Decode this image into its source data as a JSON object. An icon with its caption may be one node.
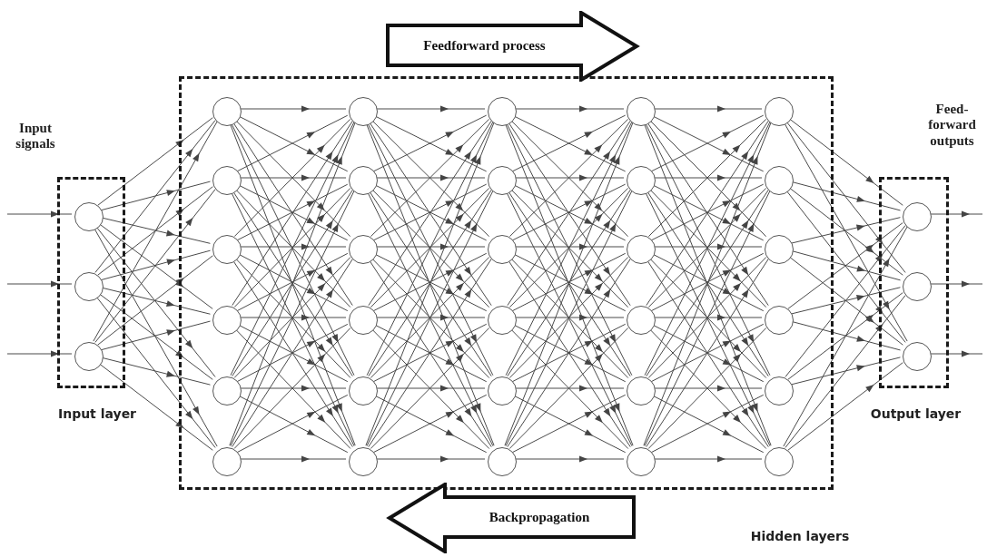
{
  "diagram": {
    "nodes": [
      {
        "text": [
          "Feedforward process"
        ]
      },
      {
        "text": [
          "Input layer"
        ]
      },
      {
        "text": [],
        "shape": "circle",
        "in": 1
      },
      {
        "text": [],
        "shape": "circle",
        "in": 1
      },
      {
        "text": [],
        "shape": "circle",
        "in": 1
      },
      {
        "text": [
          "Hidden layers"
        ]
      },
      {
        "text": [],
        "shape": "circle",
        "in": 5
      },
      {
        "text": [],
        "shape": "circle",
        "in": 5
      },
      {
        "text": [],
        "shape": "circle",
        "in": 5
      },
      {
        "text": [],
        "shape": "circle",
        "in": 5
      },
      {
        "text": [],
        "shape": "circle",
        "in": 5
      },
      {
        "text": [],
        "shape": "circle",
        "in": 5
      },
      {
        "text": [],
        "shape": "circle",
        "in": 5
      },
      {
        "text": [],
        "shape": "circle",
        "in": 5
      },
      {
        "text": [],
        "shape": "circle",
        "in": 5
      },
      {
        "text": [],
        "shape": "circle",
        "in": 5
      },
      {
        "text": [],
        "shape": "circle",
        "in": 5
      },
      {
        "text": [],
        "shape": "circle",
        "in": 5
      },
      {
        "text": [],
        "shape": "circle",
        "in": 5
      },
      {
        "text": [],
        "shape": "circle",
        "in": 5
      },
      {
        "text": [],
        "shape": "circle",
        "in": 5
      },
      {
        "text": [],
        "shape": "circle",
        "in": 5
      },
      {
        "text": [],
        "shape": "circle",
        "in": 5
      },
      {
        "text": [],
        "shape": "circle",
        "in": 5
      },
      {
        "text": [],
        "shape": "circle",
        "in": 5
      },
      {
        "text": [],
        "shape": "circle",
        "in": 5
      },
      {
        "text": [],
        "shape": "circle",
        "in": 5
      },
      {
        "text": [],
        "shape": "circle",
        "in": 5
      },
      {
        "text": [],
        "shape": "circle",
        "in": 5
      },
      {
        "text": [],
        "shape": "circle",
        "in": 5
      },
      {
        "text": [],
        "shape": "circle",
        "in": 5
      },
      {
        "text": [],
        "shape": "circle",
        "in": 5
      },
      {
        "text": [],
        "shape": "circle",
        "in": 5
      },
      {
        "text": [],
        "shape": "circle",
        "in": 5
      },
      {
        "text": [],
        "shape": "circle",
        "in": 5
      },
      {
        "text": [],
        "shape": "circle",
        "in": 5
      },
      {
        "text": [
          "Output layer"
        ]
      },
      {
        "text": [],
        "shape": "circle",
        "in": 36
      },
      {
        "text": [],
        "shape": "circle",
        "in": 36
      },
      {
        "text": [],
        "shape": "circle",
        "in": 36
      },
      {
        "text": [
          "Backpropagation"
        ]
      }
    ],
    "edges": [
      {
        "from": null,
        "to": 2,
        "arrow": "to"
      },
      {
        "from": null,
        "to": 3,
        "arrow": "to"
      },
      {
        "from": null,
        "to": 4,
        "arrow": "to"
      },
      {
        "from": 2,
        "to": 6,
        "arrow": "to"
      },
      {
        "from": 2,
        "to": 7,
        "arrow": "to"
      },
      {
        "from": 2,
        "to": 8,
        "arrow": "to"
      },
      {
        "from": 2,
        "to": 9,
        "arrow": "to"
      },
      {
        "from": 2,
        "to": 10,
        "arrow": "to"
      },
      {
        "from": 2,
        "to": 11,
        "arrow": "to"
      },
      {
        "from": 3,
        "to": 6,
        "arrow": "to"
      },
      {
        "from": 3,
        "to": 7,
        "arrow": "to"
      },
      {
        "from": 3,
        "to": 8,
        "arrow": "to"
      },
      {
        "from": 3,
        "to": 9,
        "arrow": "to"
      },
      {
        "from": 3,
        "to": 10,
        "arrow": "to"
      },
      {
        "from": 3,
        "to": 11,
        "arrow": "to"
      },
      {
        "from": 4,
        "to": 6,
        "arrow": "to"
      },
      {
        "from": 4,
        "to": 7,
        "arrow": "to"
      },
      {
        "from": 4,
        "to": 8,
        "arrow": "to"
      },
      {
        "from": 4,
        "to": 9,
        "arrow": "to"
      },
      {
        "from": 4,
        "to": 10,
        "arrow": "to"
      },
      {
        "from": 4,
        "to": 11,
        "arrow": "to"
      },
      {
        "from": 6,
        "to": 12,
        "arrow": "to"
      },
      {
        "from": 6,
        "to": 13,
        "arrow": "to"
      },
      {
        "from": 6,
        "to": 14,
        "arrow": "to"
      },
      {
        "from": 6,
        "to": 15,
        "arrow": "to"
      },
      {
        "from": 6,
        "to": 16,
        "arrow": "to"
      },
      {
        "from": 6,
        "to": 17,
        "arrow": "to"
      },
      {
        "from": 7,
        "to": 12,
        "arrow": "to"
      },
      {
        "from": 7,
        "to": 13,
        "arrow": "to"
      },
      {
        "from": 7,
        "to": 14,
        "arrow": "to"
      },
      {
        "from": 7,
        "to": 15,
        "arrow": "to"
      },
      {
        "from": 7,
        "to": 16,
        "arrow": "to"
      },
      {
        "from": 7,
        "to": 17,
        "arrow": "to"
      },
      {
        "from": 8,
        "to": 12,
        "arrow": "to"
      },
      {
        "from": 8,
        "to": 13,
        "arrow": "to"
      },
      {
        "from": 8,
        "to": 14,
        "arrow": "to"
      },
      {
        "from": 8,
        "to": 15,
        "arrow": "to"
      },
      {
        "from": 8,
        "to": 16,
        "arrow": "to"
      },
      {
        "from": 8,
        "to": 17,
        "arrow": "to"
      },
      {
        "from": 9,
        "to": 12,
        "arrow": "to"
      },
      {
        "from": 9,
        "to": 13,
        "arrow": "to"
      },
      {
        "from": 9,
        "to": 14,
        "arrow": "to"
      },
      {
        "from": 9,
        "to": 15,
        "arrow": "to"
      },
      {
        "from": 9,
        "to": 16,
        "arrow": "to"
      },
      {
        "from": 9,
        "to": 17,
        "arrow": "to"
      },
      {
        "from": 10,
        "to": 12,
        "arrow": "to"
      },
      {
        "from": 10,
        "to": 13,
        "arrow": "to"
      },
      {
        "from": 10,
        "to": 14,
        "arrow": "to"
      },
      {
        "from": 10,
        "to": 15,
        "arrow": "to"
      },
      {
        "from": 10,
        "to": 16,
        "arrow": "to"
      },
      {
        "from": 10,
        "to": 17,
        "arrow": "to"
      },
      {
        "from": 11,
        "to": 12,
        "arrow": "to"
      },
      {
        "from": 11,
        "to": 13,
        "arrow": "to"
      },
      {
        "from": 11,
        "to": 14,
        "arrow": "to"
      },
      {
        "from": 11,
        "to": 15,
        "arrow": "to"
      },
      {
        "from": 11,
        "to": 16,
        "arrow": "to"
      },
      {
        "from": 11,
        "to": 17,
        "arrow": "to"
      },
      {
        "from": 12,
        "to": 18,
        "arrow": "to"
      },
      {
        "from": 12,
        "to": 19,
        "arrow": "to"
      },
      {
        "from": 12,
        "to": 20,
        "arrow": "to"
      },
      {
        "from": 12,
        "to": 21,
        "arrow": "to"
      },
      {
        "from": 12,
        "to": 22,
        "arrow": "to"
      },
      {
        "from": 12,
        "to": 23,
        "arrow": "to"
      },
      {
        "from": 13,
        "to": 18,
        "arrow": "to"
      },
      {
        "from": 13,
        "to": 19,
        "arrow": "to"
      },
      {
        "from": 13,
        "to": 20,
        "arrow": "to"
      },
      {
        "from": 13,
        "to": 21,
        "arrow": "to"
      },
      {
        "from": 13,
        "to": 22,
        "arrow": "to"
      },
      {
        "from": 13,
        "to": 23,
        "arrow": "to"
      },
      {
        "from": 14,
        "to": 18,
        "arrow": "to"
      },
      {
        "from": 14,
        "to": 19,
        "arrow": "to"
      },
      {
        "from": 14,
        "to": 20,
        "arrow": "to"
      },
      {
        "from": 14,
        "to": 21,
        "arrow": "to"
      },
      {
        "from": 14,
        "to": 22,
        "arrow": "to"
      },
      {
        "from": 14,
        "to": 23,
        "arrow": "to"
      },
      {
        "from": 15,
        "to": 18,
        "arrow": "to"
      },
      {
        "from": 15,
        "to": 19,
        "arrow": "to"
      },
      {
        "from": 15,
        "to": 20,
        "arrow": "to"
      },
      {
        "from": 15,
        "to": 21,
        "arrow": "to"
      },
      {
        "from": 15,
        "to": 22,
        "arrow": "to"
      },
      {
        "from": 15,
        "to": 23,
        "arrow": "to"
      },
      {
        "from": 16,
        "to": 18,
        "arrow": "to"
      },
      {
        "from": 16,
        "to": 19,
        "arrow": "to"
      },
      {
        "from": 16,
        "to": 20,
        "arrow": "to"
      },
      {
        "from": 16,
        "to": 21,
        "arrow": "to"
      },
      {
        "from": 16,
        "to": 22,
        "arrow": "to"
      },
      {
        "from": 16,
        "to": 23,
        "arrow": "to"
      },
      {
        "from": 17,
        "to": 18,
        "arrow": "to"
      },
      {
        "from": 17,
        "to": 19,
        "arrow": "to"
      },
      {
        "from": 17,
        "to": 20,
        "arrow": "to"
      },
      {
        "from": 17,
        "to": 21,
        "arrow": "to"
      },
      {
        "from": 17,
        "to": 22,
        "arrow": "to"
      },
      {
        "from": 17,
        "to": 23,
        "arrow": "to"
      },
      {
        "from": 18,
        "to": 24,
        "arrow": "to"
      },
      {
        "from": 18,
        "to": 25,
        "arrow": "to"
      },
      {
        "from": 18,
        "to": 26,
        "arrow": "to"
      },
      {
        "from": 18,
        "to": 27,
        "arrow": "to"
      },
      {
        "from": 18,
        "to": 28,
        "arrow": "to"
      },
      {
        "from": 18,
        "to": 29,
        "arrow": "to"
      },
      {
        "from": 19,
        "to": 24,
        "arrow": "to"
      },
      {
        "from": 19,
        "to": 25,
        "arrow": "to"
      },
      {
        "from": 19,
        "to": 26,
        "arrow": "to"
      },
      {
        "from": 19,
        "to": 27,
        "arrow": "to"
      },
      {
        "from": 19,
        "to": 28,
        "arrow": "to"
      },
      {
        "from": 19,
        "to": 29,
        "arrow": "to"
      },
      {
        "from": 20,
        "to": 24,
        "arrow": "to"
      },
      {
        "from": 20,
        "to": 25,
        "arrow": "to"
      },
      {
        "from": 20,
        "to": 26,
        "arrow": "to"
      },
      {
        "from": 20,
        "to": 27,
        "arrow": "to"
      },
      {
        "from": 20,
        "to": 28,
        "arrow": "to"
      },
      {
        "from": 20,
        "to": 29,
        "arrow": "to"
      },
      {
        "from": 21,
        "to": 24,
        "arrow": "to"
      },
      {
        "from": 21,
        "to": 25,
        "arrow": "to"
      },
      {
        "from": 21,
        "to": 26,
        "arrow": "to"
      },
      {
        "from": 21,
        "to": 27,
        "arrow": "to"
      },
      {
        "from": 21,
        "to": 28,
        "arrow": "to"
      },
      {
        "from": 21,
        "to": 29,
        "arrow": "to"
      },
      {
        "from": 22,
        "to": 24,
        "arrow": "to"
      },
      {
        "from": 22,
        "to": 25,
        "arrow": "to"
      },
      {
        "from": 22,
        "to": 26,
        "arrow": "to"
      },
      {
        "from": 22,
        "to": 27,
        "arrow": "to"
      },
      {
        "from": 22,
        "to": 28,
        "arrow": "to"
      },
      {
        "from": 22,
        "to": 29,
        "arrow": "to"
      },
      {
        "from": 23,
        "to": 24,
        "arrow": "to"
      },
      {
        "from": 23,
        "to": 25,
        "arrow": "to"
      },
      {
        "from": 23,
        "to": 26,
        "arrow": "to"
      },
      {
        "from": 23,
        "to": 27,
        "arrow": "to"
      },
      {
        "from": 23,
        "to": 28,
        "arrow": "to"
      },
      {
        "from": 23,
        "to": 29,
        "arrow": "to"
      },
      {
        "from": 24,
        "to": 30,
        "arrow": "to"
      },
      {
        "from": 24,
        "to": 31,
        "arrow": "to"
      },
      {
        "from": 24,
        "to": 32,
        "arrow": "to"
      },
      {
        "from": 24,
        "to": 33,
        "arrow": "to"
      },
      {
        "from": 24,
        "to": 34,
        "arrow": "to"
      },
      {
        "from": 24,
        "to": 35,
        "arrow": "to"
      },
      {
        "from": 25,
        "to": 30,
        "arrow": "to"
      },
      {
        "from": 25,
        "to": 31,
        "arrow": "to"
      },
      {
        "from": 25,
        "to": 32,
        "arrow": "to"
      },
      {
        "from": 25,
        "to": 33,
        "arrow": "to"
      },
      {
        "from": 25,
        "to": 34,
        "arrow": "to"
      },
      {
        "from": 25,
        "to": 35,
        "arrow": "to"
      },
      {
        "from": 26,
        "to": 30,
        "arrow": "to"
      },
      {
        "from": 26,
        "to": 31,
        "arrow": "to"
      },
      {
        "from": 26,
        "to": 32,
        "arrow": "to"
      },
      {
        "from": 26,
        "to": 33,
        "arrow": "to"
      },
      {
        "from": 26,
        "to": 34,
        "arrow": "to"
      },
      {
        "from": 26,
        "to": 35,
        "arrow": "to"
      },
      {
        "from": 27,
        "to": 30,
        "arrow": "to"
      },
      {
        "from": 27,
        "to": 31,
        "arrow": "to"
      },
      {
        "from": 27,
        "to": 32,
        "arrow": "to"
      },
      {
        "from": 27,
        "to": 33,
        "arrow": "to"
      },
      {
        "from": 27,
        "to": 34,
        "arrow": "to"
      },
      {
        "from": 27,
        "to": 35,
        "arrow": "to"
      },
      {
        "from": 28,
        "to": 30,
        "arrow": "to"
      },
      {
        "from": 28,
        "to": 31,
        "arrow": "to"
      },
      {
        "from": 28,
        "to": 32,
        "arrow": "to"
      },
      {
        "from": 28,
        "to": 33,
        "arrow": "to"
      },
      {
        "from": 28,
        "to": 34,
        "arrow": "to"
      },
      {
        "from": 28,
        "to": 35,
        "arrow": "to"
      },
      {
        "from": 29,
        "to": 30,
        "arrow": "to"
      },
      {
        "from": 29,
        "to": 31,
        "arrow": "to"
      },
      {
        "from": 29,
        "to": 32,
        "arrow": "to"
      },
      {
        "from": 29,
        "to": 33,
        "arrow": "to"
      },
      {
        "from": 29,
        "to": 34,
        "arrow": "to"
      },
      {
        "from": 29,
        "to": 35,
        "arrow": "to"
      },
      {
        "from": 30,
        "to": 37,
        "arrow": "to"
      },
      {
        "from": 30,
        "to": 38,
        "arrow": "to"
      },
      {
        "from": 30,
        "to": 39,
        "arrow": "to"
      },
      {
        "from": 31,
        "to": 37,
        "arrow": "to"
      },
      {
        "from": 31,
        "to": 38,
        "arrow": "to"
      },
      {
        "from": 31,
        "to": 39,
        "arrow": "to"
      },
      {
        "from": 32,
        "to": 37,
        "arrow": "to"
      },
      {
        "from": 32,
        "to": 38,
        "arrow": "to"
      },
      {
        "from": 32,
        "to": 39,
        "arrow": "to"
      },
      {
        "from": 33,
        "to": 37,
        "arrow": "to"
      },
      {
        "from": 33,
        "to": 38,
        "arrow": "to"
      },
      {
        "from": 33,
        "to": 39,
        "arrow": "to"
      },
      {
        "from": 34,
        "to": 37,
        "arrow": "to"
      },
      {
        "from": 34,
        "to": 38,
        "arrow": "to"
      },
      {
        "from": 34,
        "to": 39,
        "arrow": "to"
      },
      {
        "from": 35,
        "to": 37,
        "arrow": "to"
      },
      {
        "from": 35,
        "to": 38,
        "arrow": "to"
      },
      {
        "from": 35,
        "to": 39,
        "arrow": "to"
      },
      {
        "from": 37,
        "to": null,
        "arrow": "to"
      },
      {
        "from": 38,
        "to": null,
        "arrow": "to"
      },
      {
        "from": 39,
        "to": null,
        "arrow": "to"
      }
    ],
    "labels": [
      "Input signals",
      "Feed-forward outputs"
    ]
  }
}
